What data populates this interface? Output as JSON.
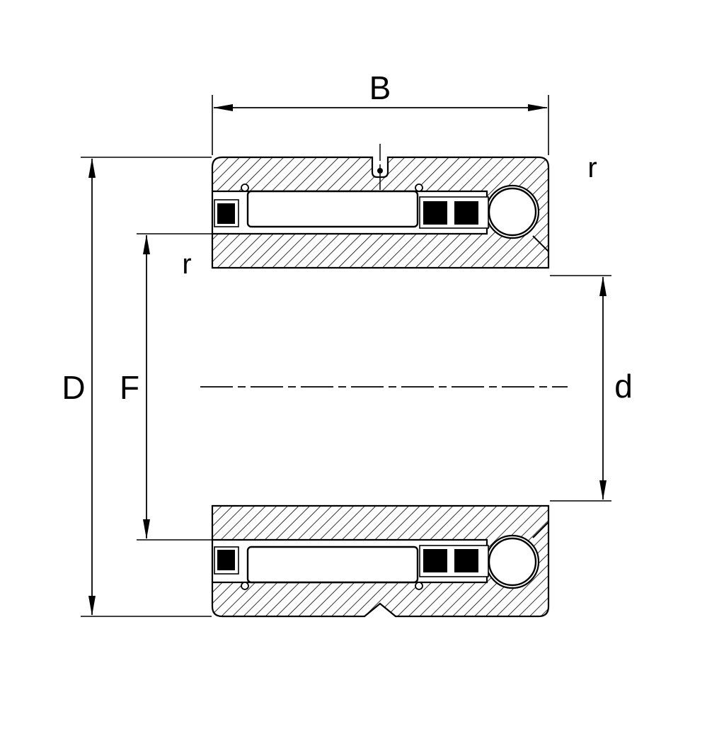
{
  "diagram": {
    "labels": {
      "B": "B",
      "D": "D",
      "F": "F",
      "d": "d",
      "r_outer": "r",
      "r_inner": "r"
    },
    "colors": {
      "line": "#000000",
      "background": "#ffffff"
    }
  }
}
